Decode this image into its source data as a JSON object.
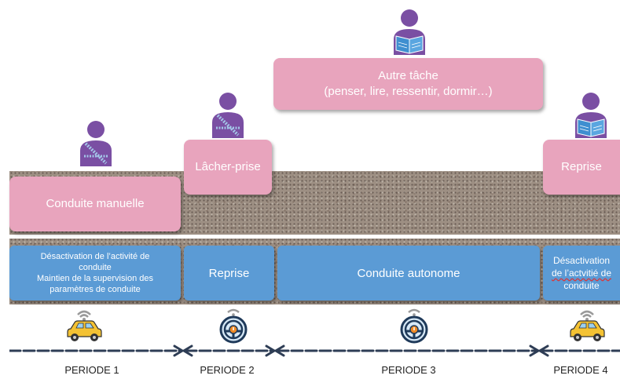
{
  "top_task": {
    "line1": "Autre tâche",
    "line2": "(penser, lire, ressentir, dormir…)"
  },
  "driver_states": [
    {
      "label": "Conduite manuelle"
    },
    {
      "label": "Lâcher-prise"
    },
    {
      "label": "Reprise"
    }
  ],
  "system_states": [
    {
      "lines": [
        "Désactivation de l’activité de",
        "conduite",
        "Maintien de la supervision des",
        "paramètres de conduite"
      ]
    },
    {
      "label": "Reprise"
    },
    {
      "label": "Conduite autonome"
    },
    {
      "lines": [
        "Désactivation",
        "de l’actvitié de",
        "conduite"
      ]
    }
  ],
  "periods": [
    "PERIODE 1",
    "PERIODE 2",
    "PERIODE 3",
    "PERIODE 4"
  ],
  "colors": {
    "pink_box": "#e8a4bd",
    "blue_box": "#5b9bd5",
    "person": "#7a4fa3",
    "book": "#3f8fd0",
    "car": "#f4c233",
    "timeline": "#2e3d55"
  },
  "icons": {
    "person_driving": "person-driving-icon",
    "person_reading": "person-reading-icon",
    "car_connected": "connected-car-icon",
    "steering_wheel": "steering-wheel-icon"
  }
}
